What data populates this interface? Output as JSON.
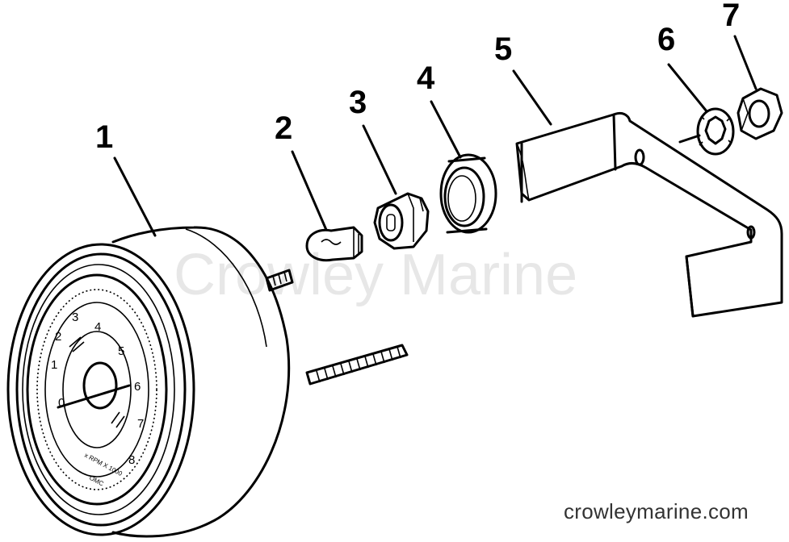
{
  "diagram": {
    "callouts": [
      {
        "id": "1",
        "label": "1"
      },
      {
        "id": "2",
        "label": "2"
      },
      {
        "id": "3",
        "label": "3"
      },
      {
        "id": "4",
        "label": "4"
      },
      {
        "id": "5",
        "label": "5"
      },
      {
        "id": "6",
        "label": "6"
      },
      {
        "id": "7",
        "label": "7"
      }
    ],
    "dial": {
      "numbers": [
        "0",
        "1",
        "2",
        "3",
        "4",
        "5",
        "6",
        "7",
        "8"
      ],
      "text_rpm": "x RPM X 1000",
      "text_brand": "OMC"
    },
    "watermark": "Crowley Marine",
    "site": "crowleymarine.com"
  }
}
